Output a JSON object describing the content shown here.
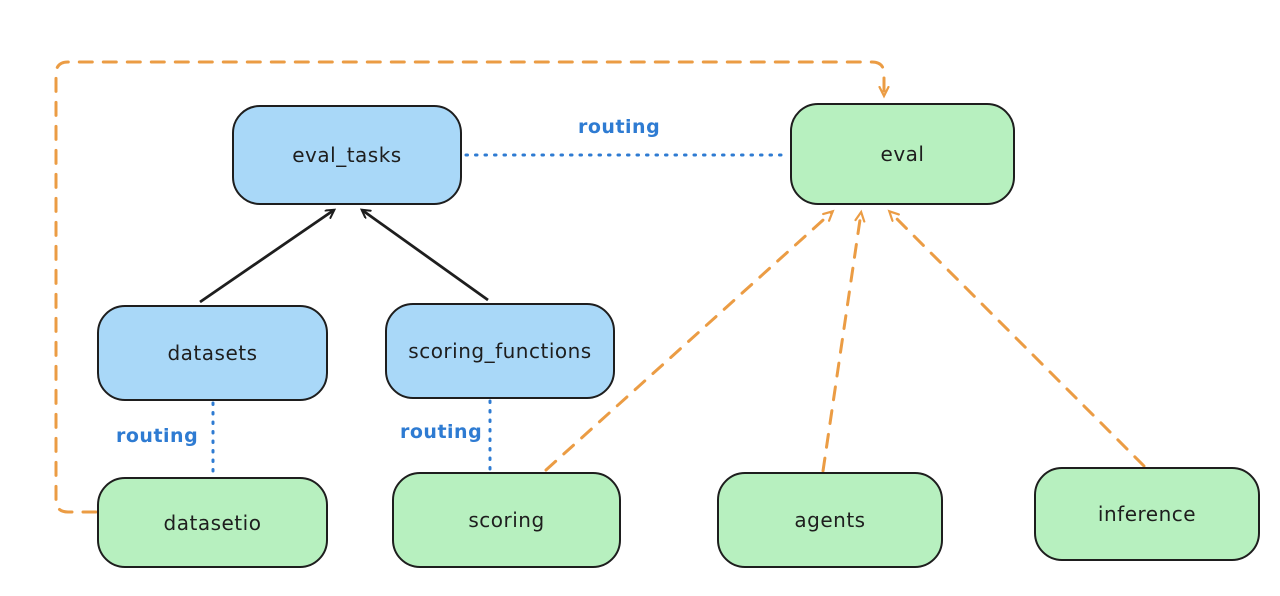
{
  "diagram": {
    "colors": {
      "background": "#ffffff",
      "blue_node_fill": "#a9d8f8",
      "green_node_fill": "#b7f0bf",
      "node_border": "#1e1e1e",
      "black_arrow": "#1e1e1e",
      "orange_dashed_arrow": "#eb9c44",
      "routing_blue": "#2e7bd2",
      "label_text": "#1e1e1e"
    },
    "nodes": [
      {
        "id": "eval_tasks",
        "label": "eval_tasks",
        "fill": "#a9d8f8"
      },
      {
        "id": "eval",
        "label": "eval",
        "fill": "#b7f0bf"
      },
      {
        "id": "datasets",
        "label": "datasets",
        "fill": "#a9d8f8"
      },
      {
        "id": "scoring_functions",
        "label": "scoring_functions",
        "fill": "#a9d8f8"
      },
      {
        "id": "datasetio",
        "label": "datasetio",
        "fill": "#b7f0bf"
      },
      {
        "id": "scoring",
        "label": "scoring",
        "fill": "#b7f0bf"
      },
      {
        "id": "agents",
        "label": "agents",
        "fill": "#b7f0bf"
      },
      {
        "id": "inference",
        "label": "inference",
        "fill": "#b7f0bf"
      }
    ],
    "edges": [
      {
        "from": "datasets",
        "to": "eval_tasks",
        "style": "solid-black-arrow",
        "label": ""
      },
      {
        "from": "scoring_functions",
        "to": "eval_tasks",
        "style": "solid-black-arrow",
        "label": ""
      },
      {
        "from": "eval_tasks",
        "to": "eval",
        "style": "dotted-blue",
        "label": "routing"
      },
      {
        "from": "datasets",
        "to": "datasetio",
        "style": "dotted-blue",
        "label": "routing"
      },
      {
        "from": "scoring_functions",
        "to": "scoring",
        "style": "dotted-blue",
        "label": "routing"
      },
      {
        "from": "datasetio",
        "to": "eval",
        "style": "dashed-orange-arrow",
        "label": ""
      },
      {
        "from": "scoring",
        "to": "eval",
        "style": "dashed-orange-arrow",
        "label": ""
      },
      {
        "from": "agents",
        "to": "eval",
        "style": "dashed-orange-arrow",
        "label": ""
      },
      {
        "from": "inference",
        "to": "eval",
        "style": "dashed-orange-arrow",
        "label": ""
      }
    ]
  }
}
